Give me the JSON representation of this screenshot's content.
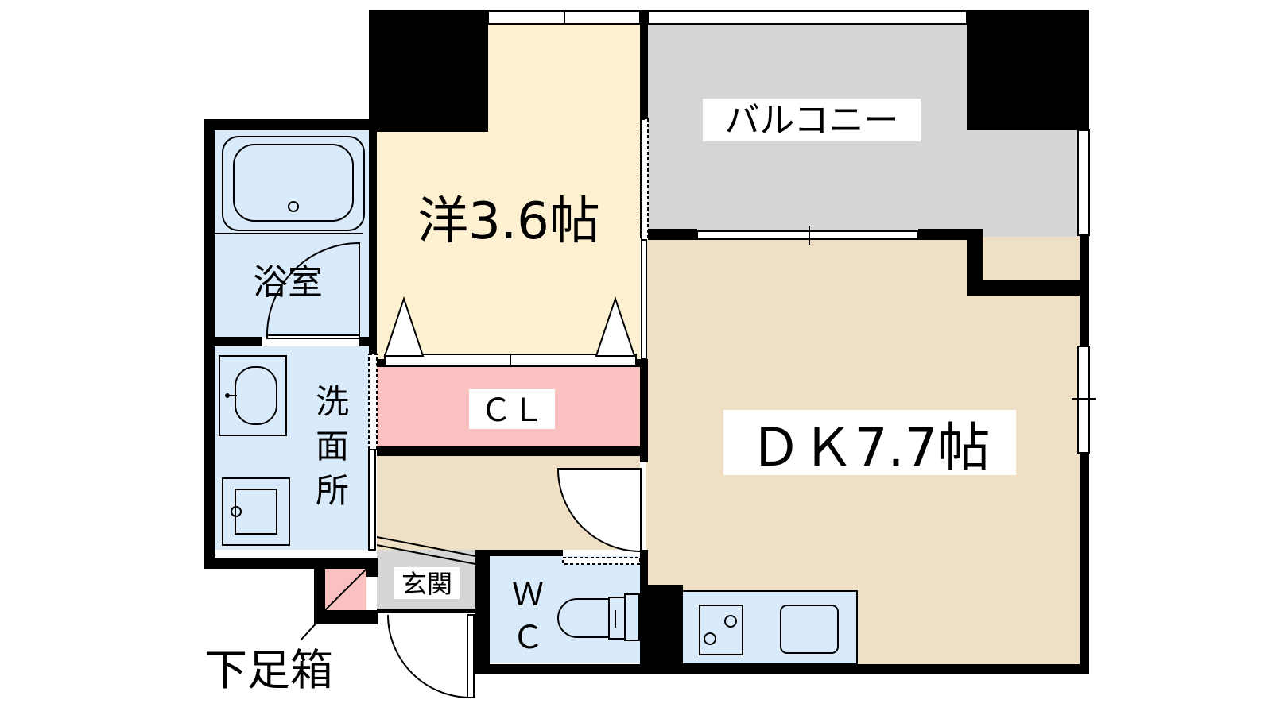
{
  "rooms": {
    "western_room": {
      "label": "洋3.6帖",
      "color": "#fdf1d2"
    },
    "balcony": {
      "label": "バルコニー",
      "color": "#d6d6d6"
    },
    "dk": {
      "label": "ＤＫ7.7帖",
      "color": "#efdfc4"
    },
    "bathroom": {
      "label": "浴室",
      "color": "#d9ebfb"
    },
    "closet": {
      "label": "ＣＬ",
      "color": "#fbc1c1"
    },
    "washroom": {
      "label_line1": "洗",
      "label_line2": "面",
      "label_line3": "所",
      "color": "#d9ebfb"
    },
    "entrance": {
      "label": "玄関",
      "color": "#d6d6d6"
    },
    "toilet": {
      "label_line1": "Ｗ",
      "label_line2": "Ｃ",
      "color": "#d9ebfb"
    },
    "shoe_box": {
      "label": "下足箱",
      "color": "#fbc1c1"
    },
    "hallway": {
      "color": "#efdfc4"
    },
    "kitchen": {
      "color": "#d9ebfb"
    }
  }
}
